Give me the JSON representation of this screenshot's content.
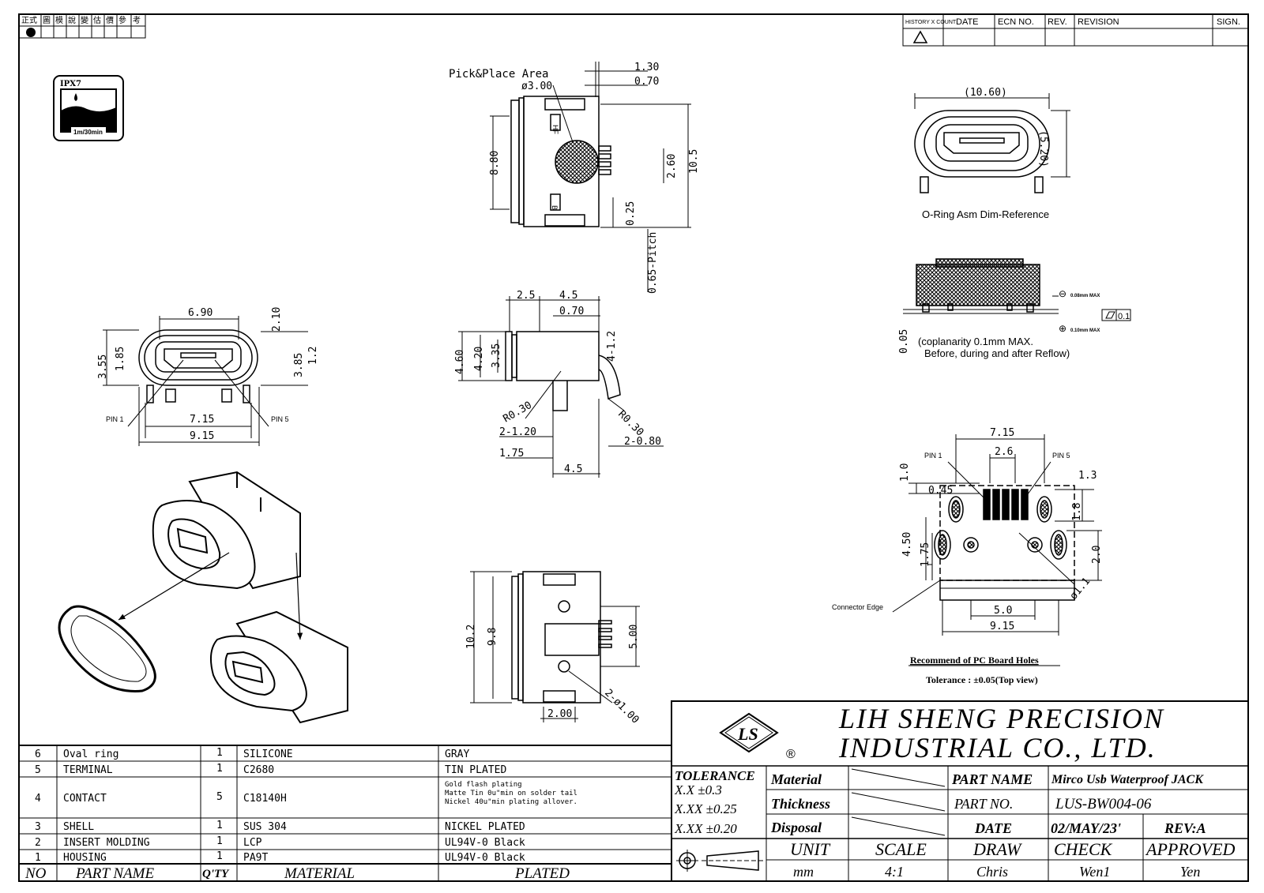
{
  "top_left_stamp": [
    "正式",
    "圖",
    "模",
    "說",
    "變",
    "估",
    "價",
    "參",
    "考"
  ],
  "revision_header": {
    "history": "HISTORY X COUNT",
    "date": "DATE",
    "ecn": "ECN NO.",
    "rev": "REV.",
    "revision": "REVISION",
    "sign": "SIGN."
  },
  "ipx": {
    "title": "IPX7",
    "depth": "1m/30min"
  },
  "front_view": {
    "d1": "6.90",
    "d2": "2.10",
    "d3": "3.55",
    "d4": "1.85",
    "d5": "3.85",
    "d6": "1.2",
    "d7": "7.15",
    "d8": "9.15",
    "pin1": "PIN 1",
    "pin5": "PIN 5"
  },
  "top_view": {
    "title": "Pick&Place Area",
    "dia": "ø3.00",
    "d1": "1.30",
    "d2": "0.70",
    "d3": "8.80",
    "d4": "10.5",
    "d5": "2.60",
    "d6": "0.25",
    "d7": "0.65-Pitch",
    "mark1": "HF",
    "mark2": "B"
  },
  "side_view": {
    "d1": "2.5",
    "d2": "4.5",
    "d3": "0.70",
    "d4": "4.60",
    "d5": "4.20",
    "d6": "3.35",
    "d7": "4-1.2",
    "d8": "R0.30",
    "d9": "R0.30",
    "d10": "2-1.20",
    "d11": "2-0.80",
    "d12": "1.75",
    "d13": "4.5"
  },
  "bottom_view": {
    "d1": "10.2",
    "d2": "9.8",
    "d3": "5.00",
    "d4": "2-ø1.00",
    "d5": "2.00"
  },
  "oring_view": {
    "d1": "(10.60)",
    "d2": "(5.20)",
    "caption": "O-Ring Asm Dim-Reference"
  },
  "coplanarity": {
    "d1": "0.05",
    "note1": "(coplanarity 0.1mm MAX.",
    "note2": "Before, during and after Reflow)",
    "tol": "0.1",
    "max1": "0.08mm MAX",
    "max2": "0.10mm MAX"
  },
  "pcb_view": {
    "d1": "7.15",
    "d2": "2.6",
    "d3": "1.0",
    "d4": "0.45",
    "d5": "1.3",
    "d6": "1.8",
    "d7": "4.50",
    "d8": "1.75",
    "d9": "2.0",
    "d10": "ø1.1",
    "d11": "5.0",
    "d12": "9.15",
    "pin1": "PIN 1",
    "pin5": "PIN 5",
    "edge": "Connector Edge",
    "title": "Recommend of PC Board Holes",
    "tolerance": "Tolerance : ±0.05(Top view)"
  },
  "bom": {
    "rows": [
      {
        "no": "6",
        "name": "Oval ring",
        "qty": "1",
        "material": "SILICONE",
        "plated": "GRAY"
      },
      {
        "no": "5",
        "name": "TERMINAL",
        "qty": "1",
        "material": "C2680",
        "plated": "TIN  PLATED"
      },
      {
        "no": "4",
        "name": "CONTACT",
        "qty": "5",
        "material": "C18140H",
        "plated": ""
      },
      {
        "no": "3",
        "name": "SHELL",
        "qty": "1",
        "material": "SUS 304",
        "plated": "NICKEL  PLATED"
      },
      {
        "no": "2",
        "name": "INSERT MOLDING",
        "qty": "1",
        "material": "LCP",
        "plated": "UL94V-0          Black"
      },
      {
        "no": "1",
        "name": "HOUSING",
        "qty": "1",
        "material": "PA9T",
        "plated": "UL94V-0          Black"
      }
    ],
    "contact_plating": [
      "Gold flash plating",
      "Matte Tin 0u\"min on solder tail",
      "Nickel 40u\"min plating allover."
    ],
    "header": {
      "no": "NO",
      "name": "PART NAME",
      "qty": "Q'TY",
      "material": "MATERIAL",
      "plated": "PLATED"
    }
  },
  "title_block": {
    "company1": "LIH SHENG PRECISION",
    "company2": "INDUSTRIAL CO., LTD.",
    "logo": "LS",
    "reg": "®",
    "tolerance_label": "TOLERANCE",
    "tol1": "X.X  ±0.3",
    "tol2": "X.XX ±0.25",
    "tol3": "X.XX ±0.20",
    "material": "Material",
    "thickness": "Thickness",
    "disposal": "Disposal",
    "part_name_label": "PART NAME",
    "part_name": "Mirco Usb Waterproof JACK",
    "part_no_label": "PART NO.",
    "part_no": "LUS-BW004-06",
    "date_label": "DATE",
    "date": "02/MAY/23'",
    "rev": "REV:A",
    "unit_label": "UNIT",
    "unit": "mm",
    "scale_label": "SCALE",
    "scale": "4:1",
    "draw_label": "DRAW",
    "draw": "Chris",
    "check_label": "CHECK",
    "check": "Wen1",
    "approved_label": "APPROVED",
    "approved": "Yen"
  }
}
